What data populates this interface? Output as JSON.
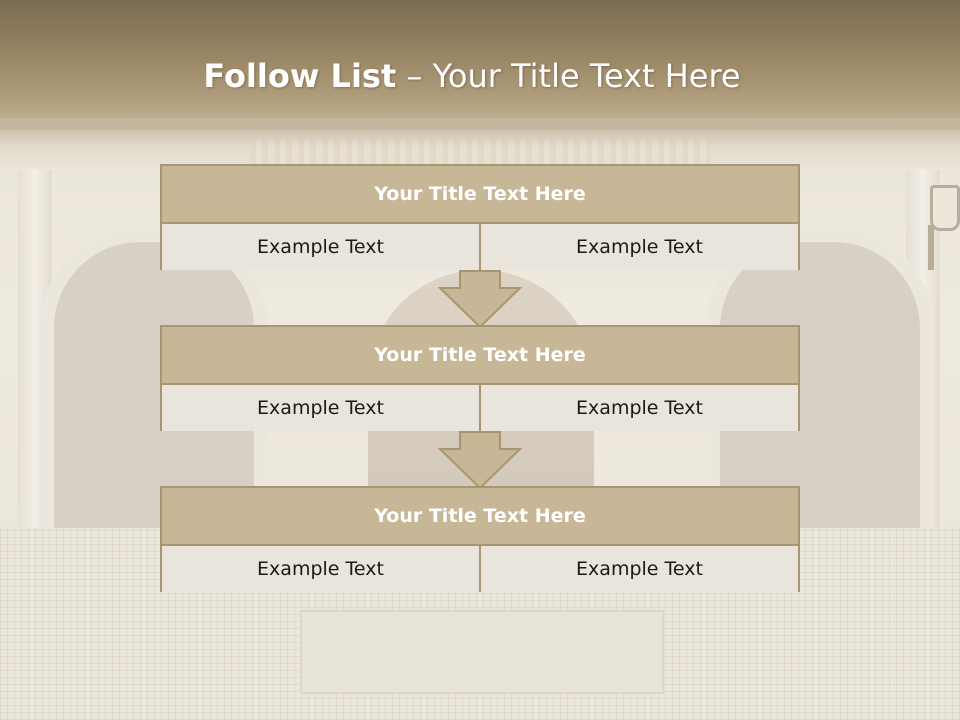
{
  "title": {
    "bold": "Follow List",
    "rest": " – Your Title Text Here"
  },
  "steps": [
    {
      "title": "Your Title Text Here",
      "left": "Example Text",
      "right": "Example Text"
    },
    {
      "title": "Your Title Text Here",
      "left": "Example Text",
      "right": "Example Text"
    },
    {
      "title": "Your Title Text Here",
      "left": "Example Text",
      "right": "Example Text"
    }
  ],
  "colors": {
    "banner": "#9a8766",
    "header_fill": "#c8b796",
    "cell_fill": "#e9e4dc",
    "border": "#a89574"
  },
  "icons": [
    "down-arrow-icon",
    "down-arrow-icon"
  ]
}
